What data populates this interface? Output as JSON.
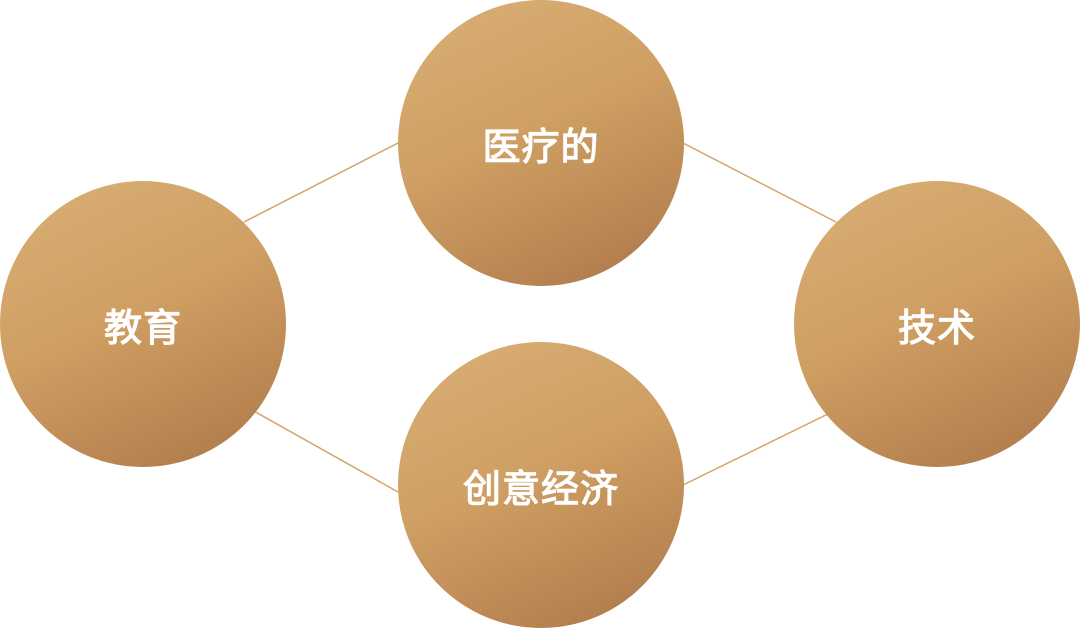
{
  "nodes": {
    "top": {
      "label": "医疗的"
    },
    "left": {
      "label": "教育"
    },
    "right": {
      "label": "技术"
    },
    "bottom": {
      "label": "创意经济"
    }
  },
  "colors": {
    "connector": "#d4a468",
    "circle_light": "#d9b076",
    "circle_dark": "#a9754a",
    "label": "#ffffff"
  }
}
